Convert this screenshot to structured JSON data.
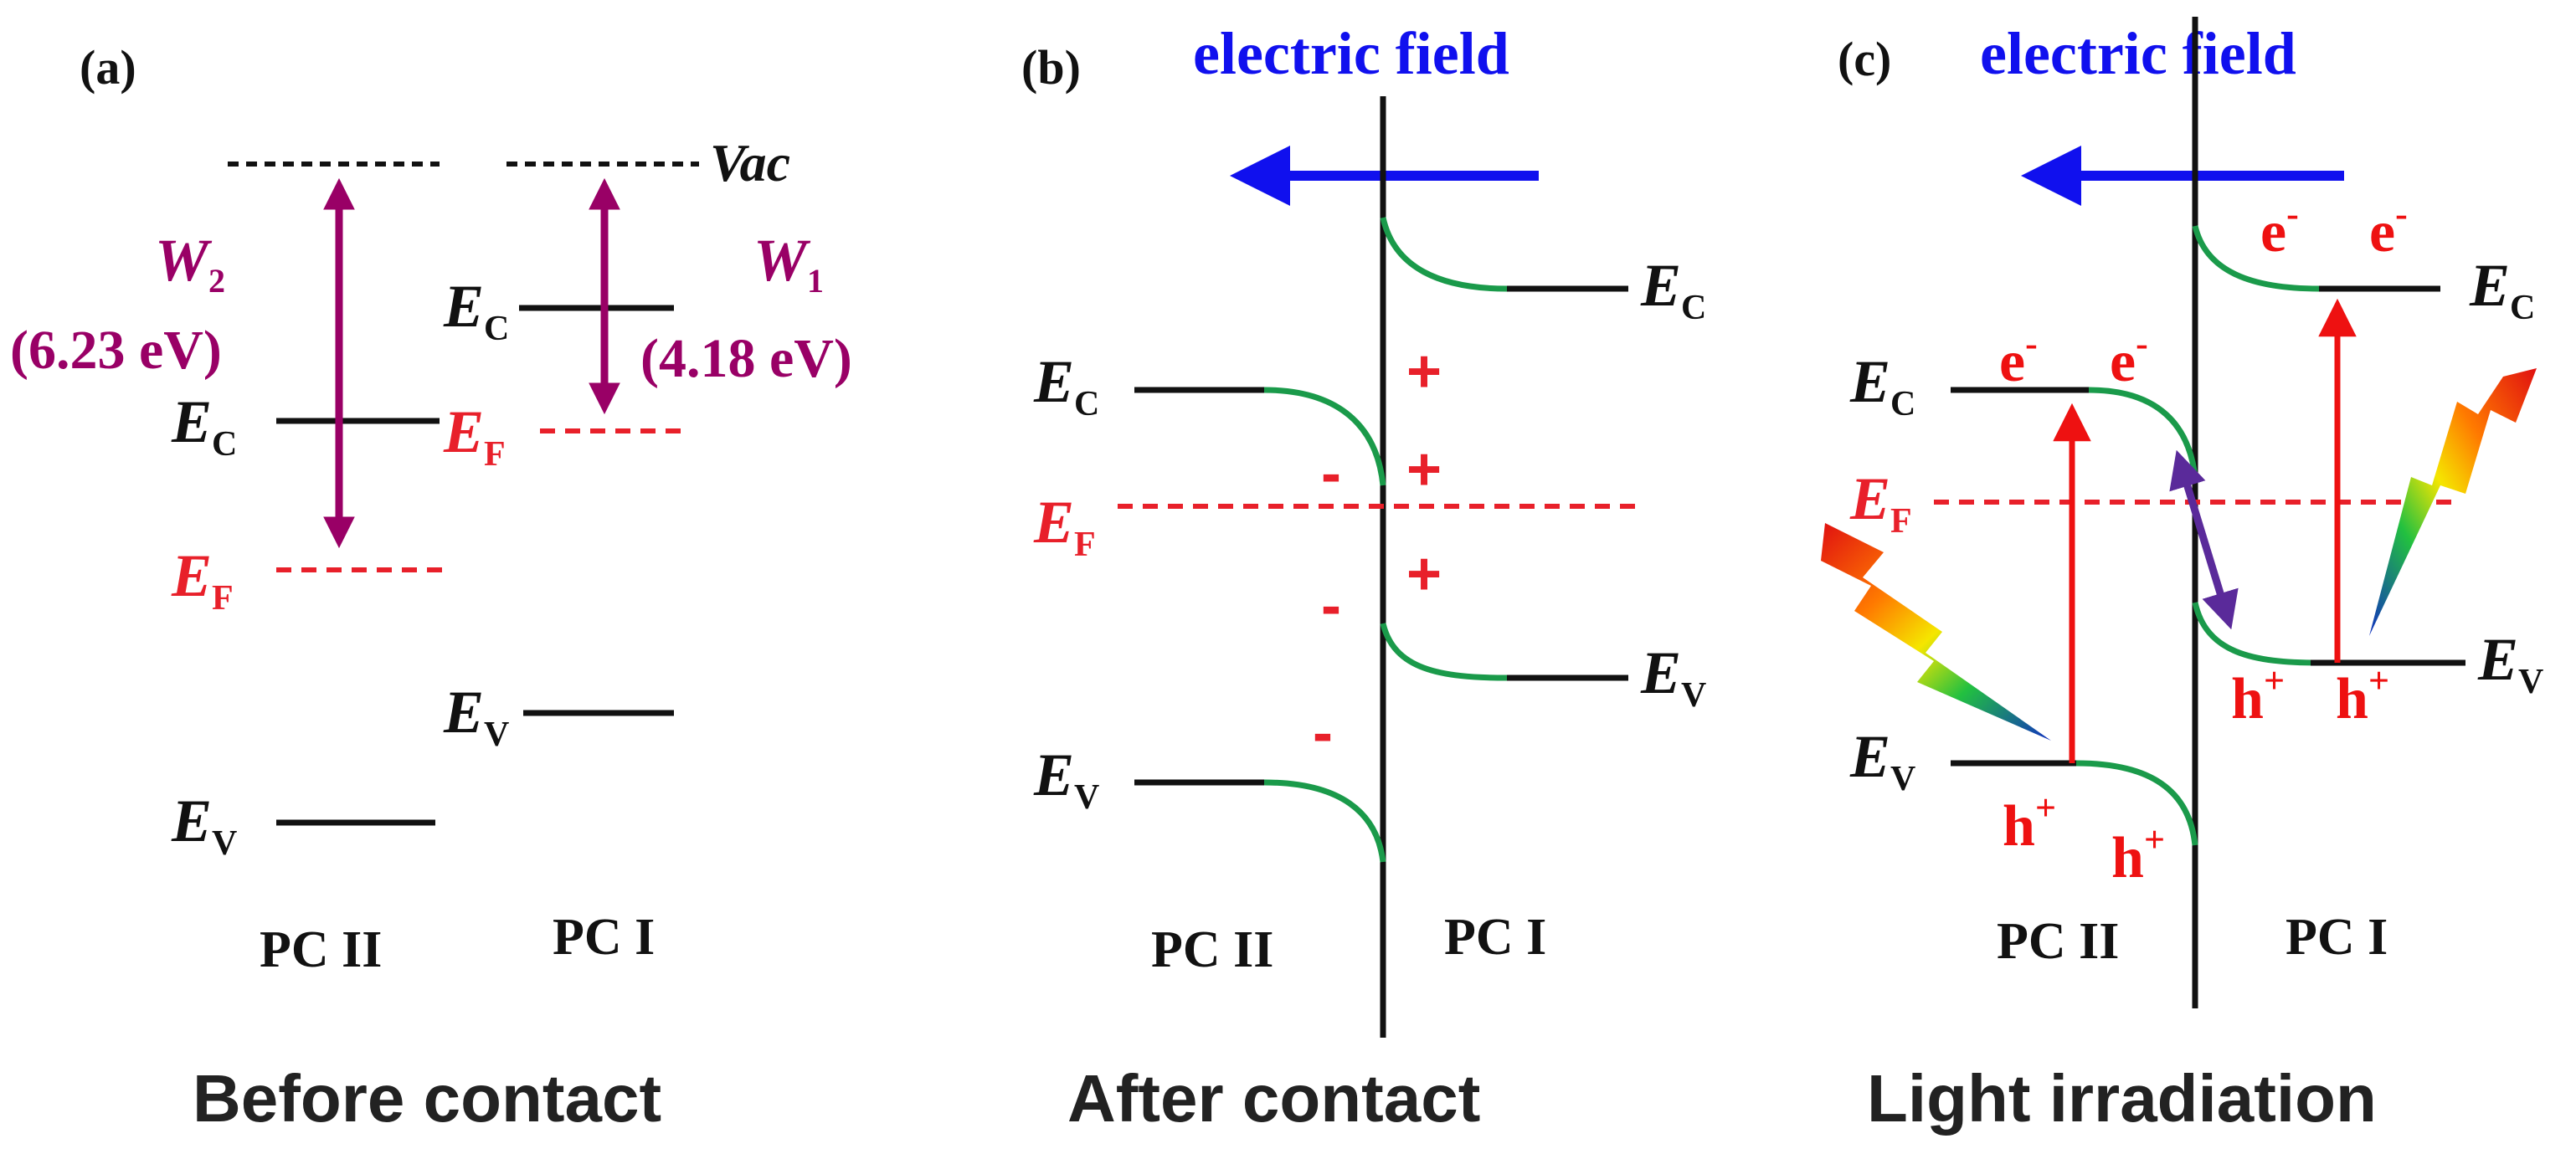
{
  "colors": {
    "black": "#111111",
    "fermi": "#e8202a",
    "workfunction": "#990066",
    "field": "#1010ee",
    "bend": "#1a9a4a",
    "carrier": "#ee1111",
    "transfer": "#5a2a9a"
  },
  "panels": {
    "a": {
      "tag": "(a)",
      "caption": "Before contact",
      "vac_label": "Vac",
      "w2": {
        "sym": "W",
        "sub": "2",
        "value": "(6.23 eV)"
      },
      "w1": {
        "sym": "W",
        "sub": "1",
        "value": "(4.18 eV)"
      },
      "ec_left": {
        "sym": "E",
        "sub": "C"
      },
      "ef_left": {
        "sym": "E",
        "sub": "F"
      },
      "ev_left": {
        "sym": "E",
        "sub": "V"
      },
      "ec_right": {
        "sym": "E",
        "sub": "C"
      },
      "ef_right": {
        "sym": "E",
        "sub": "F"
      },
      "ev_right": {
        "sym": "E",
        "sub": "V"
      },
      "label_left": "PC II",
      "label_right": "PC I"
    },
    "b": {
      "tag": "(b)",
      "caption": "After contact",
      "field_label": "electric field",
      "ec_left": {
        "sym": "E",
        "sub": "C"
      },
      "ef": {
        "sym": "E",
        "sub": "F"
      },
      "ev_left": {
        "sym": "E",
        "sub": "V"
      },
      "ec_right": {
        "sym": "E",
        "sub": "C"
      },
      "ev_right": {
        "sym": "E",
        "sub": "V"
      },
      "minus": "-",
      "plus": "+",
      "label_left": "PC II",
      "label_right": "PC I"
    },
    "c": {
      "tag": "(c)",
      "caption": "Light irradiation",
      "field_label": "electric field",
      "ec_left": {
        "sym": "E",
        "sub": "C"
      },
      "ef": {
        "sym": "E",
        "sub": "F"
      },
      "ev_left": {
        "sym": "E",
        "sub": "V"
      },
      "ec_right": {
        "sym": "E",
        "sub": "C"
      },
      "ev_right": {
        "sym": "E",
        "sub": "V"
      },
      "electron": {
        "sym": "e",
        "sup": "-"
      },
      "hole": {
        "sym": "h",
        "sup": "+"
      },
      "label_left": "PC II",
      "label_right": "PC I"
    }
  }
}
